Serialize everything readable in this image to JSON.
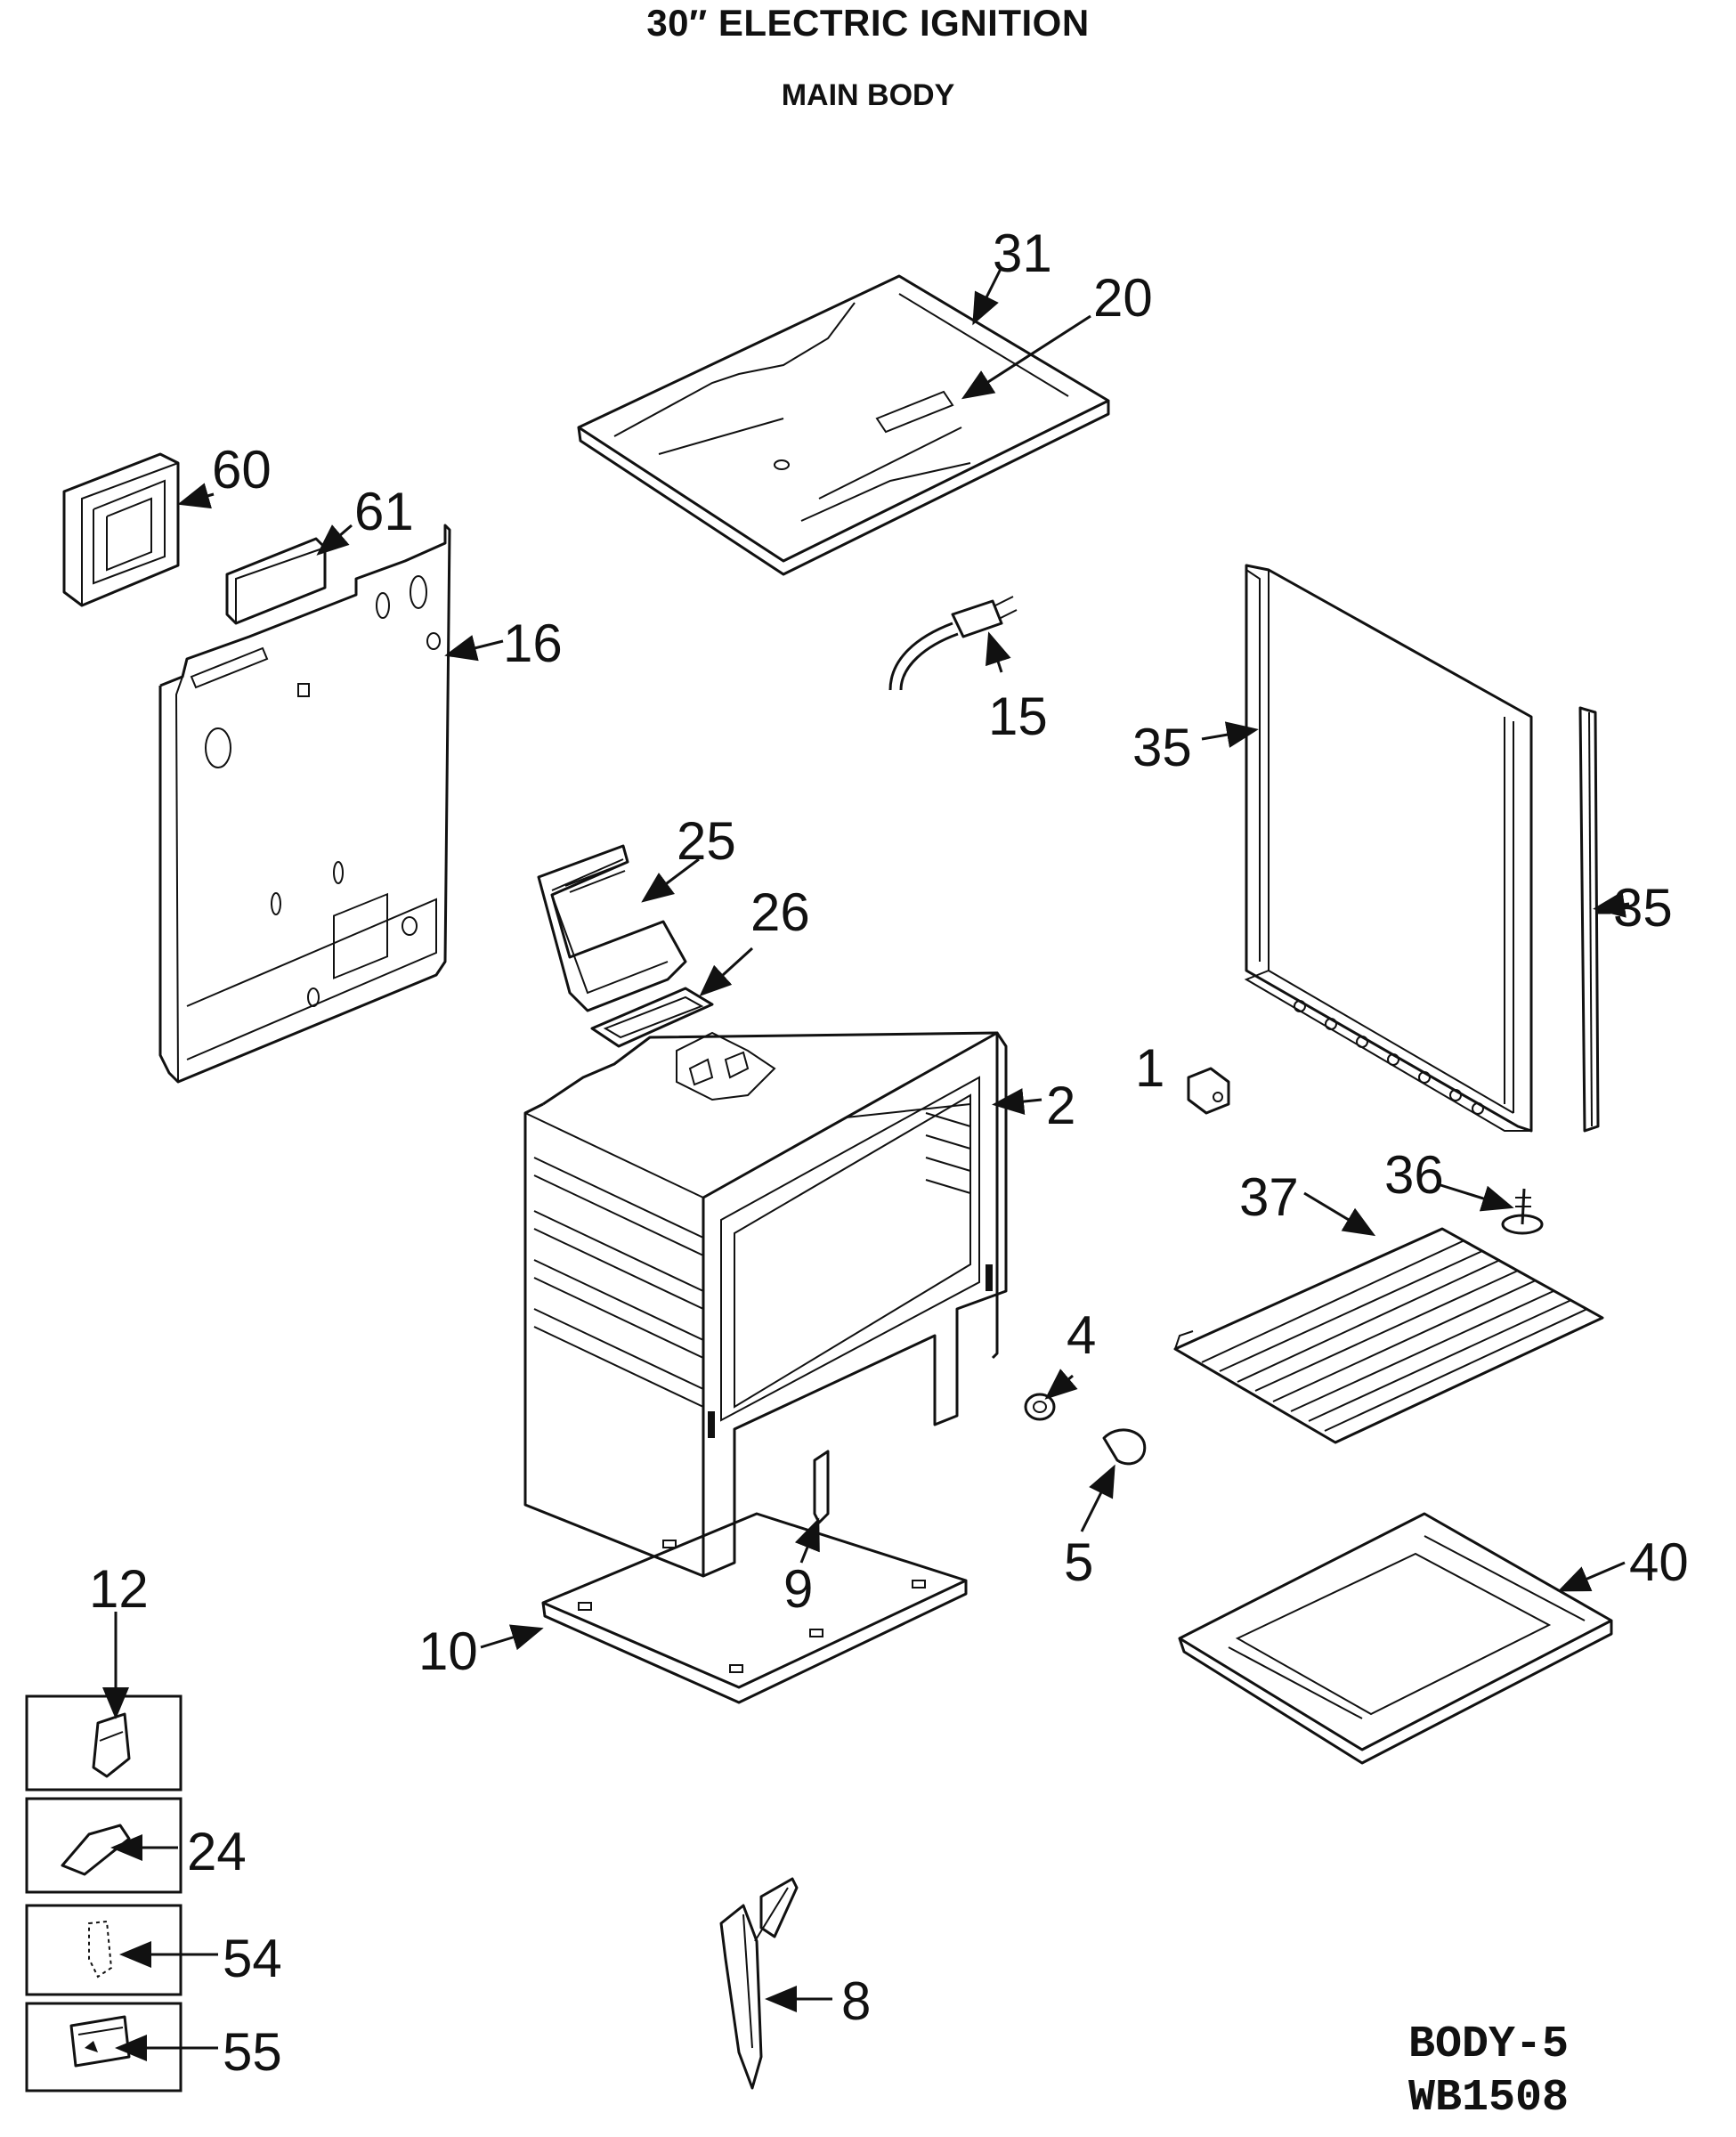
{
  "header": {
    "title": "30″ ELECTRIC IGNITION",
    "subtitle": "MAIN BODY"
  },
  "callouts": [
    {
      "id": "31",
      "label": "31"
    },
    {
      "id": "20",
      "label": "20"
    },
    {
      "id": "60",
      "label": "60"
    },
    {
      "id": "61",
      "label": "61"
    },
    {
      "id": "16",
      "label": "16"
    },
    {
      "id": "15",
      "label": "15"
    },
    {
      "id": "35a",
      "label": "35"
    },
    {
      "id": "35b",
      "label": "-35"
    },
    {
      "id": "25",
      "label": "25"
    },
    {
      "id": "26",
      "label": "26"
    },
    {
      "id": "2",
      "label": "2"
    },
    {
      "id": "1",
      "label": "1"
    },
    {
      "id": "37",
      "label": "37"
    },
    {
      "id": "36",
      "label": "36"
    },
    {
      "id": "4",
      "label": "4"
    },
    {
      "id": "5",
      "label": "5"
    },
    {
      "id": "9",
      "label": "9"
    },
    {
      "id": "10",
      "label": "10"
    },
    {
      "id": "40",
      "label": "40"
    },
    {
      "id": "12",
      "label": "12"
    },
    {
      "id": "24",
      "label": "24"
    },
    {
      "id": "54",
      "label": "54"
    },
    {
      "id": "55",
      "label": "55"
    },
    {
      "id": "8",
      "label": "8"
    }
  ],
  "codes": {
    "section": "BODY-5",
    "model": "WB1508"
  }
}
